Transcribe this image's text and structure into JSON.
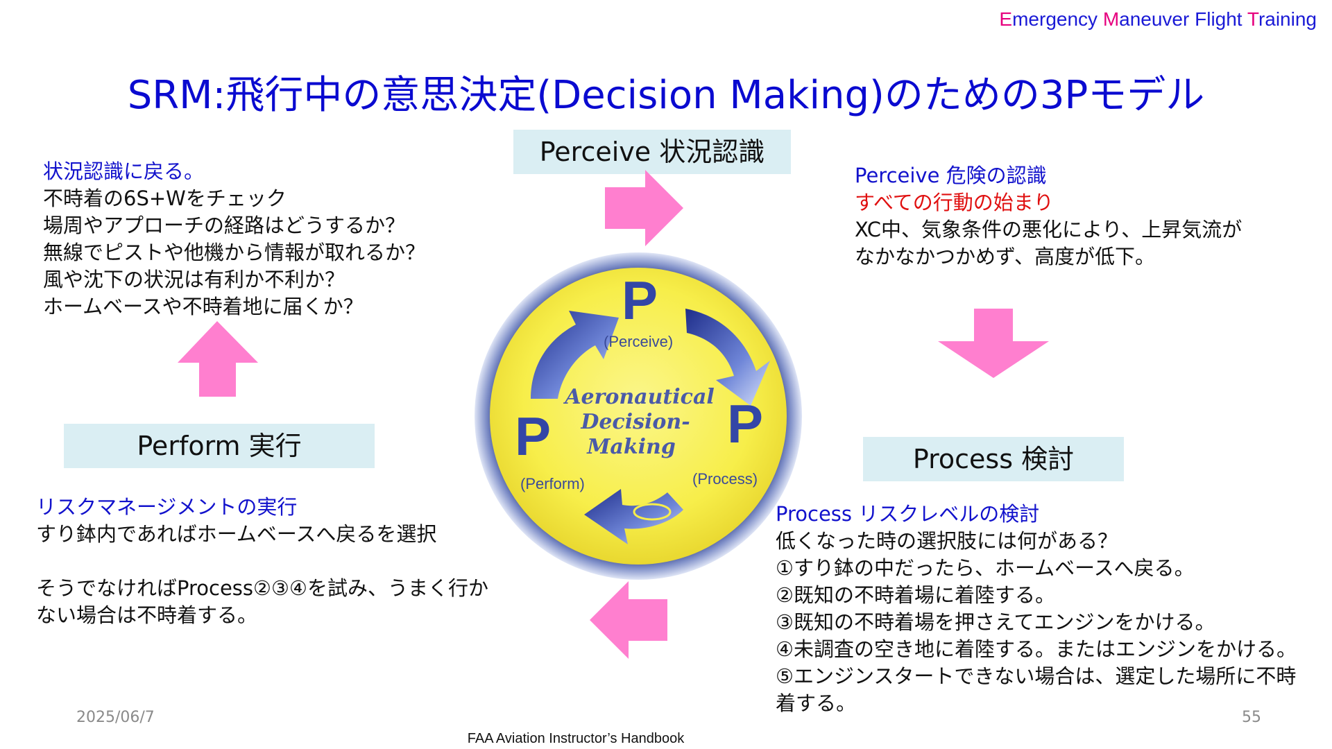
{
  "brand": {
    "segments": [
      {
        "cap": "E",
        "rest": "mergency "
      },
      {
        "cap": "M",
        "rest": "aneuver "
      },
      {
        "cap": "F",
        "rest": "light "
      },
      {
        "cap": "T",
        "rest": "raining"
      }
    ],
    "cap_colors": [
      "#e6007e",
      "#e6007e",
      "#1a1ad6",
      "#e6007e"
    ]
  },
  "title": "SRM:飛行中の意思決定(Decision Making)のための3Pモデル",
  "stages": {
    "perceive": "Perceive 状況認識",
    "perform": "Perform 実行",
    "process": "Process 検討"
  },
  "left_top": {
    "heading": "状況認識に戻る。",
    "lines": [
      "不時着の6S+Wをチェック",
      "場周やアプローチの経路はどうするか？",
      "無線でピストや他機から情報が取れるか？",
      "風や沈下の状況は有利か不利か？",
      "ホームベースや不時着地に届くか？"
    ]
  },
  "right_top": {
    "heading": "Perceive 危険の認識",
    "subheading": "すべての行動の始まり",
    "lines": [
      "XC中、気象条件の悪化により、上昇気流が",
      "なかなかつかめず、高度が低下。"
    ]
  },
  "left_bottom": {
    "heading": "リスクマネージメントの実行",
    "lines": [
      "すり鉢内であればホームベースへ戻るを選択",
      "",
      "そうでなければProcess②③④を試み、うまく行か",
      "ない場合は不時着する。"
    ]
  },
  "right_bottom": {
    "heading": "Process リスクレベルの検討",
    "lines": [
      "低くなった時の選択肢には何がある？",
      "①すり鉢の中だったら、ホームベースへ戻る。",
      "②既知の不時着場に着陸する。",
      "③既知の不時着場を押さえてエンジンをかける。",
      "④未調査の空き地に着陸する。またはエンジンをかける。",
      "⑤エンジンスタートできない場合は、選定した場所に不時",
      "着する。"
    ]
  },
  "diagram": {
    "center_lines": [
      "Aeronautical",
      "Decision-",
      "Making"
    ],
    "p_letter": "P",
    "labels": {
      "perceive": "(Perceive)",
      "process": "(Process)",
      "perform": "(Perform)"
    },
    "colors": {
      "disc": "#f7ee4a",
      "ring": "#2c3f8f",
      "arrow": "#ff7fcf"
    }
  },
  "footer": {
    "date": "2025/06/7",
    "page": "55",
    "source": "FAA Aviation Instructor’s Handbook"
  }
}
